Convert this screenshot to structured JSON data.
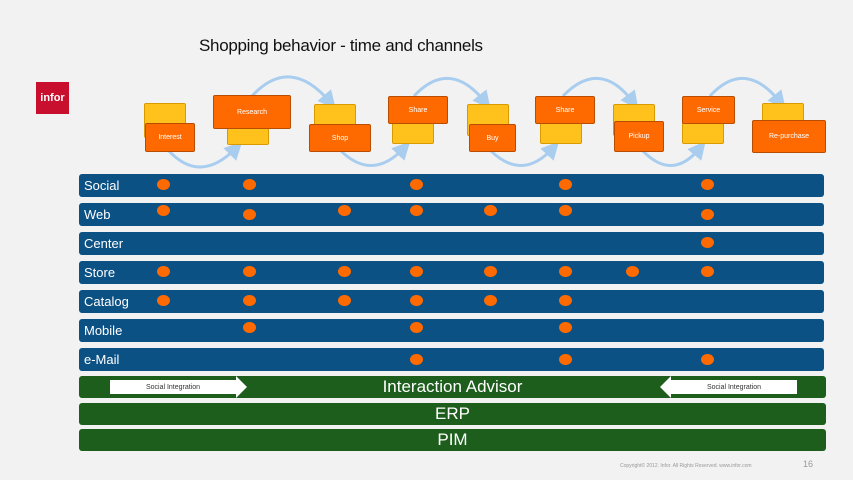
{
  "slide": {
    "title": "Shopping behavior - time and channels",
    "logo_text": "infor",
    "copyright": "Copyright© 2012. Infor. All Rights Reserved. www.infor.com",
    "page_number": "16"
  },
  "stages": [
    "Interest",
    "Research",
    "Shop",
    "Share",
    "Buy",
    "Share",
    "Pickup",
    "Service",
    "Re-purchase"
  ],
  "channels": [
    "Social",
    "Web",
    "Center",
    "Store",
    "Catalog",
    "Mobile",
    "e-Mail"
  ],
  "platform": {
    "interaction_advisor": "Interaction Advisor",
    "social_integration_left": "Social Integration",
    "social_integration_right": "Social Integration",
    "erp": "ERP",
    "pim": "PIM"
  },
  "colors": {
    "channel_bar": "#0c5184",
    "platform_bar": "#1d5e1d",
    "stage_orange": "#ff6a00",
    "stage_yellow": "#ffc21d",
    "logo_red": "#c8102e"
  }
}
